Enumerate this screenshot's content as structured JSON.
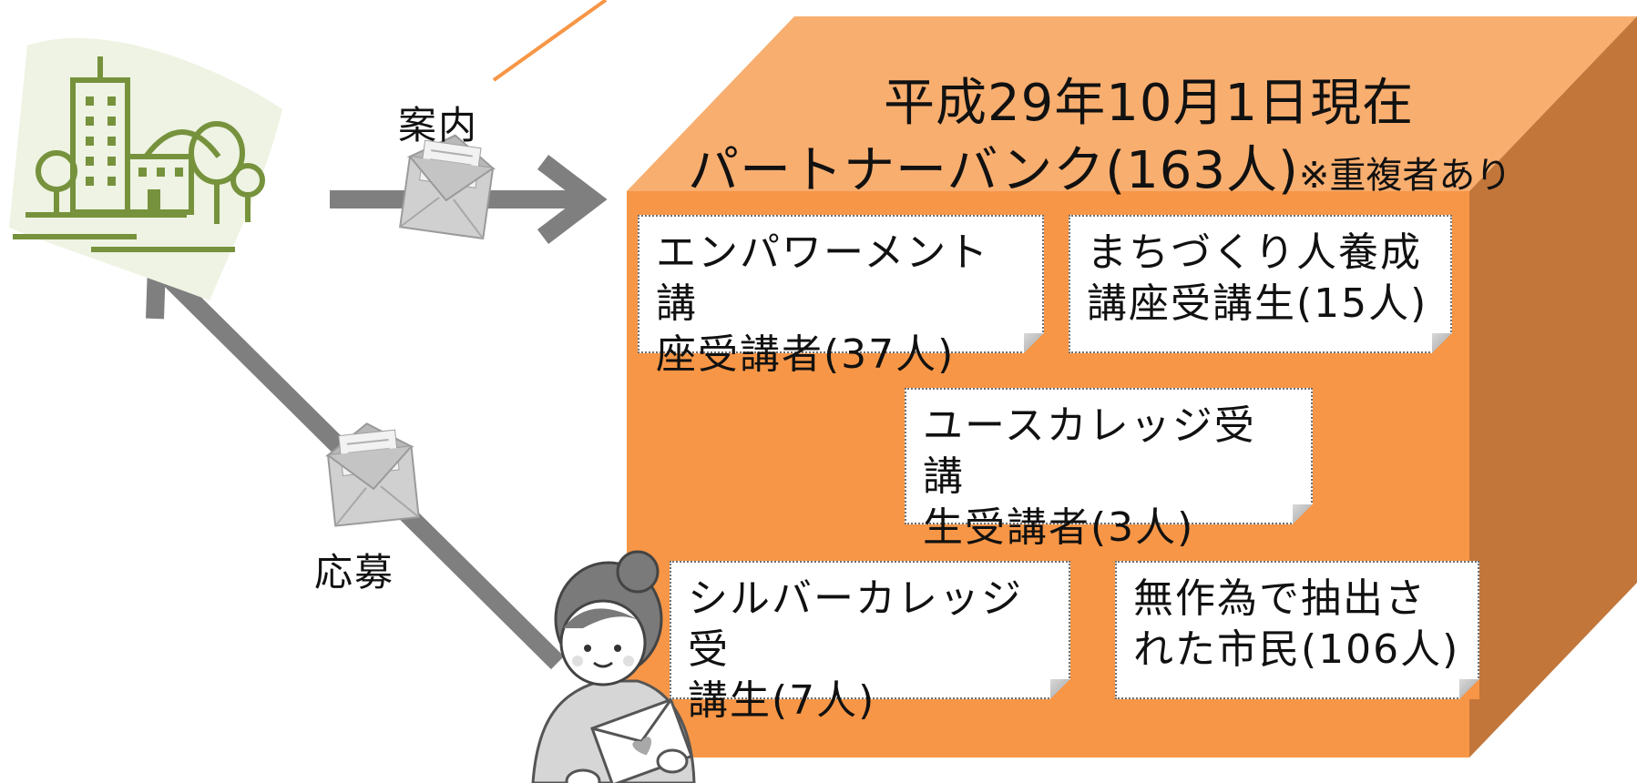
{
  "header": {
    "date_line": "平成29年10月1日現在",
    "bank_title": "パートナーバンク(163人)",
    "bank_note": "※重複者あり"
  },
  "arrows": {
    "guide_label": "案内",
    "apply_label": "応募"
  },
  "groups": [
    {
      "line1": "エンパワーメント講",
      "line2": "座受講者(37人)"
    },
    {
      "line1": "まちづくり人養成",
      "line2": "講座受講生(15人)"
    },
    {
      "line1": "ユースカレッジ受講",
      "line2": "生受講者(3人)"
    },
    {
      "line1": "シルバーカレッジ受",
      "line2": "講生(7人)"
    },
    {
      "line1": "無作為で抽出さ",
      "line2": "れた市民(106人)"
    }
  ],
  "colors": {
    "box_front": "#f79646",
    "box_top": "#f8ae6f",
    "box_side": "#c2763a",
    "arrow": "#7f7f7f",
    "building": "#76923c"
  },
  "icons": {
    "city_hall": "city-building-icon",
    "envelope": "envelope-icon",
    "citizen": "woman-with-letter-icon"
  }
}
